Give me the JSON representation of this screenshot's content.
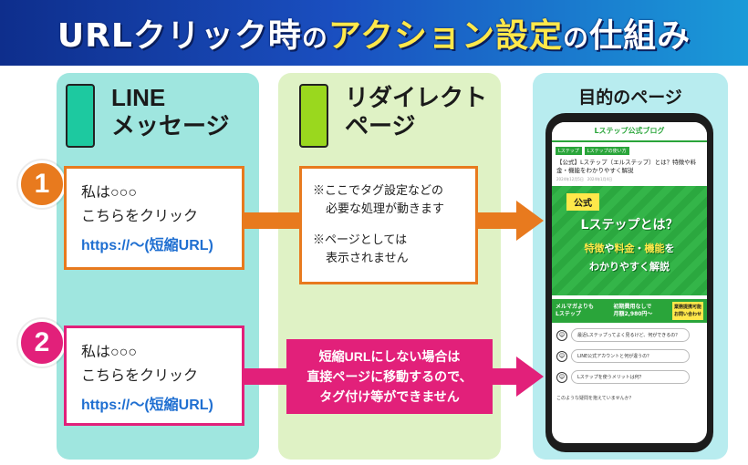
{
  "title": {
    "part1": "URLクリック時",
    "part2": "の",
    "part3": "アクション設定",
    "part4": "の",
    "part5": "仕組み"
  },
  "columns": {
    "line": {
      "title_line1": "LINE",
      "title_line2": "メッセージ",
      "swatch_color": "#1dc9a0"
    },
    "redirect": {
      "title_line1": "リダイレクト",
      "title_line2": "ページ",
      "swatch_color": "#9ad81e"
    },
    "target": {
      "title": "目的のページ"
    }
  },
  "rows": [
    {
      "number": "1",
      "color": "#e87a1e",
      "message_line1": "私は○○○",
      "message_line2": "こちらをクリック",
      "url": "https://～(短縮URL)",
      "note_line1": "※ここでタグ設定などの",
      "note_line2": "必要な処理が動きます",
      "note_line3": "※ページとしては",
      "note_line4": "表示されません"
    },
    {
      "number": "2",
      "color": "#e2207a",
      "message_line1": "私は○○○",
      "message_line2": "こちらをクリック",
      "url": "https://～(短縮URL)",
      "warn_line1": "短縮URLにしない場合は",
      "warn_line2": "直接ページに移動するので、",
      "warn_line3": "タグ付け等ができません"
    }
  ],
  "phone": {
    "site_name": "Lステップ公式ブログ",
    "tag1": "Lステップ",
    "tag2": "Lステップの使い方",
    "article_title": "【公式】Lステップ（エルステップ）とは？特徴や料金・機能をわかりやすく解説",
    "article_meta": "2024年12月5日　2024年1月4日",
    "hero_badge": "公式",
    "hero_title": "Lステップとは？",
    "hero_sub_a": "特徴",
    "hero_sub_b": "や",
    "hero_sub_c": "料金",
    "hero_sub_d": "・",
    "hero_sub_e": "機能",
    "hero_sub_f": "を",
    "hero_line3": "わかりやすく解説",
    "promo_left1": "メルマガよりも",
    "promo_left2": "Lステップ",
    "promo_mid1": "初期費用なしで",
    "promo_mid2": "月額2,980円～",
    "promo_cta1": "業務提携可能",
    "promo_cta2": "お問い合わせ",
    "qa": [
      "最近Lステップってよく見るけど、何ができるの？",
      "LINE公式アカウントと何が違うの？",
      "Lステップを使うメリットは何？"
    ],
    "footer_text": "このような疑問を抱えていませんか？"
  }
}
